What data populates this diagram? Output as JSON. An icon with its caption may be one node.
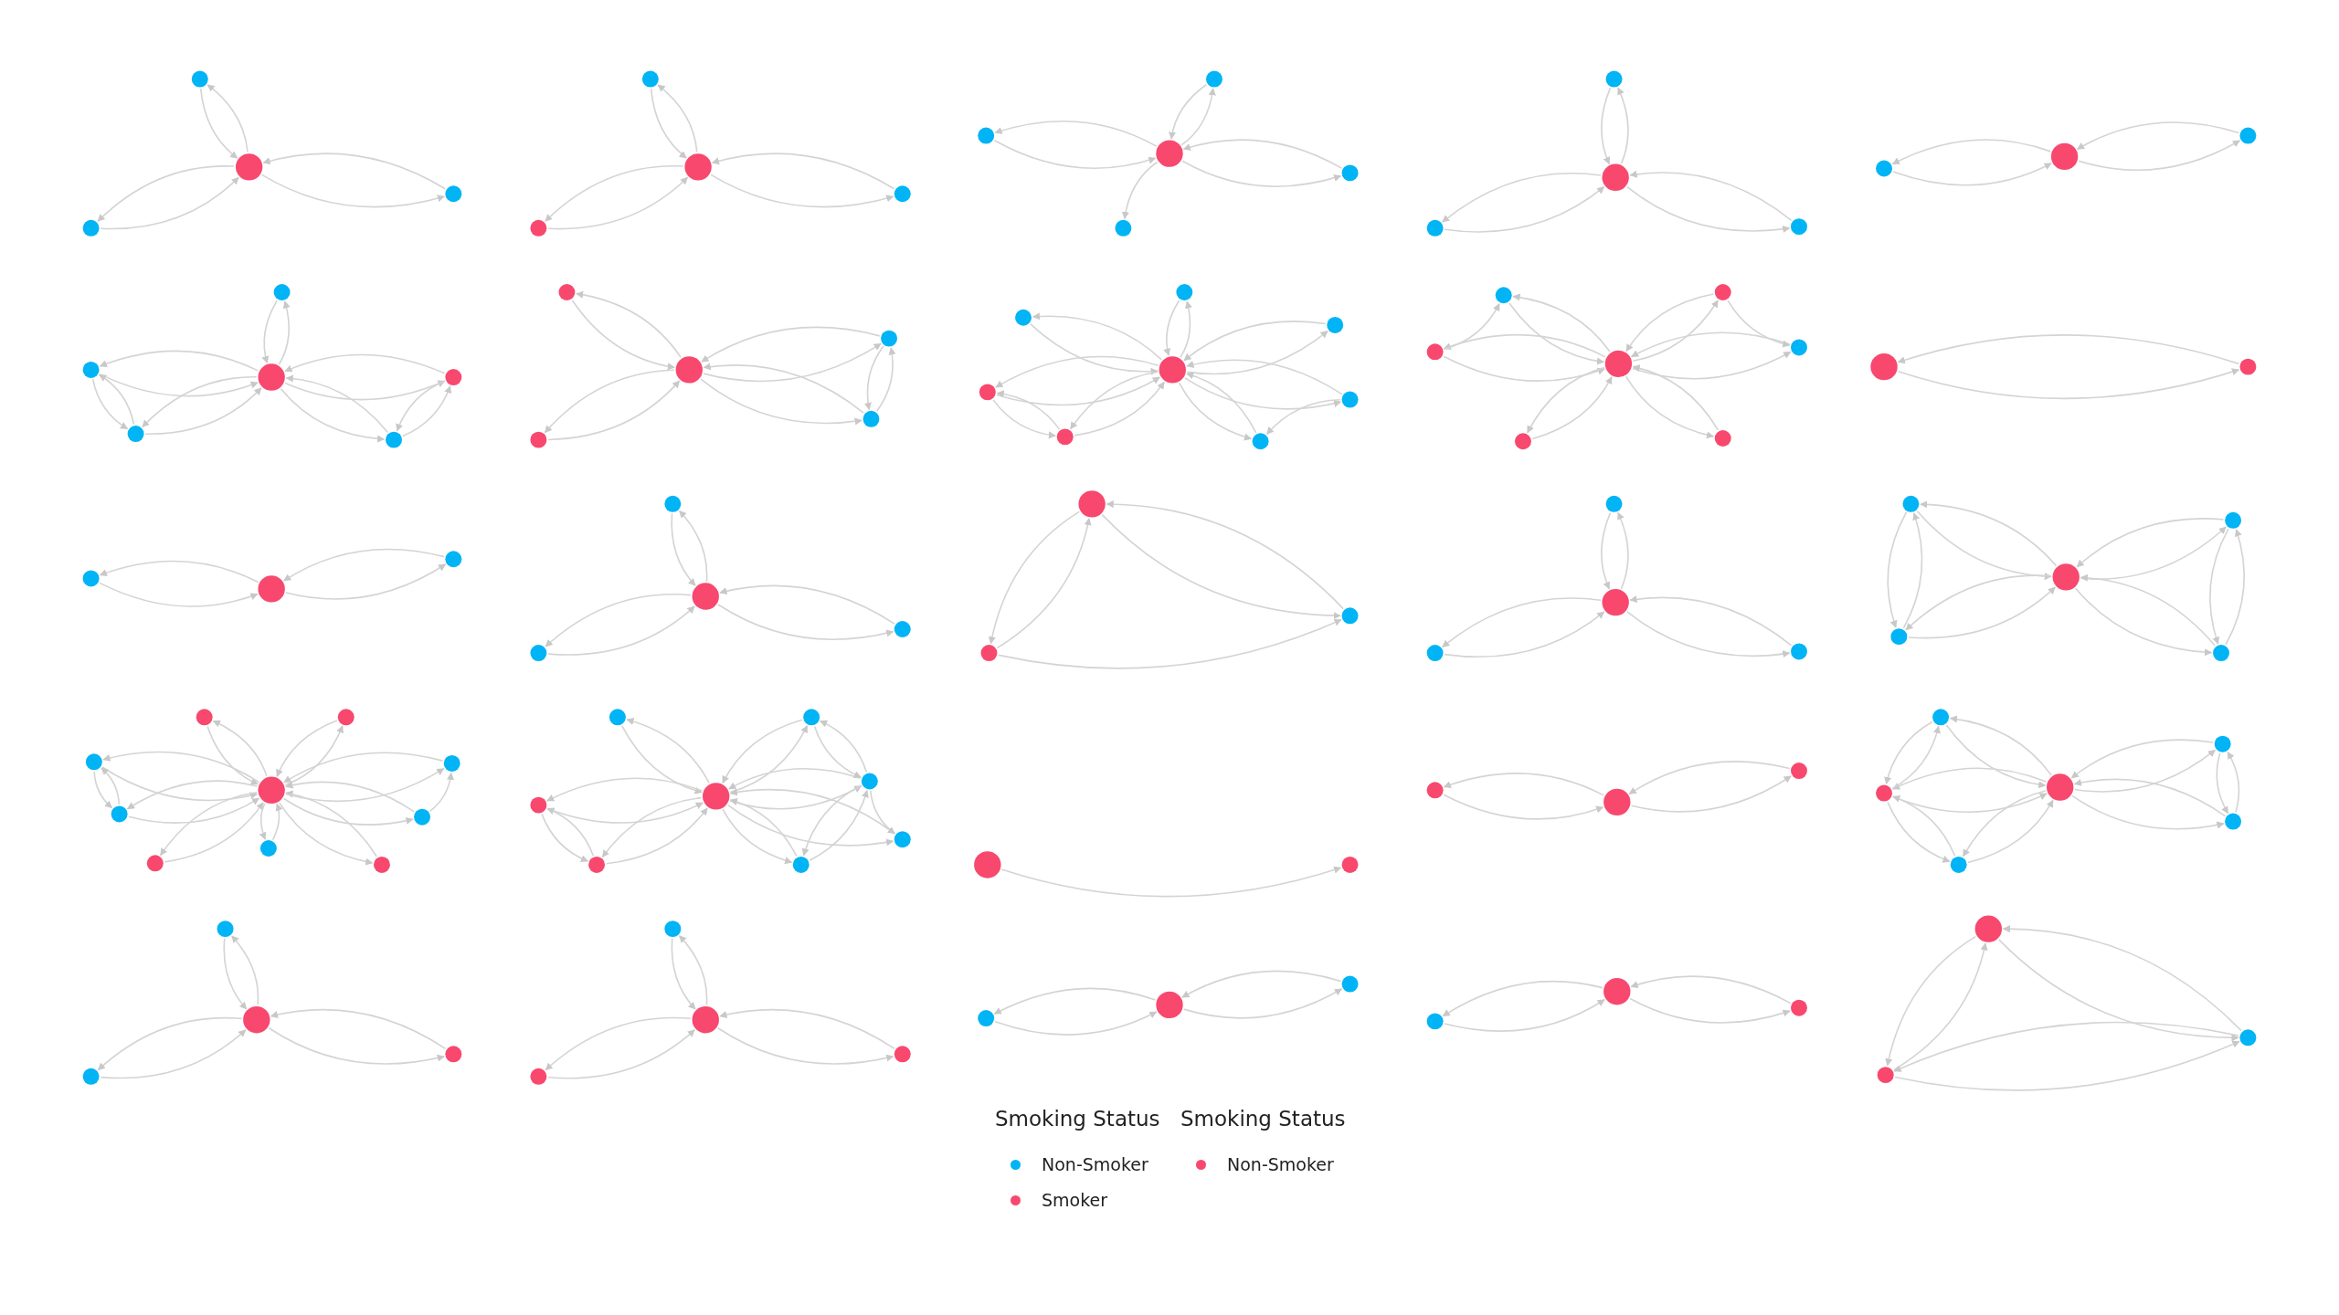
{
  "diagram": {
    "nodes": [
      {
        "text": [],
        "shape": "circle"
      },
      {
        "text": [],
        "shape": "circle"
      },
      {
        "text": [],
        "shape": "circle"
      },
      {
        "text": [],
        "shape": "circle"
      },
      {
        "text": [],
        "shape": "circle"
      },
      {
        "text": [],
        "shape": "circle"
      },
      {
        "text": [],
        "shape": "circle"
      },
      {
        "text": [],
        "shape": "circle"
      },
      {
        "text": [],
        "shape": "circle"
      },
      {
        "text": [],
        "shape": "circle"
      },
      {
        "text": [],
        "shape": "circle"
      },
      {
        "text": [],
        "shape": "circle"
      },
      {
        "text": [],
        "shape": "circle"
      },
      {
        "text": [],
        "shape": "circle"
      },
      {
        "text": [],
        "shape": "circle"
      },
      {
        "text": [],
        "shape": "circle"
      },
      {
        "text": [],
        "shape": "circle"
      },
      {
        "text": [],
        "shape": "circle"
      },
      {
        "text": [],
        "shape": "circle"
      },
      {
        "text": [],
        "shape": "circle"
      },
      {
        "text": [],
        "shape": "circle"
      },
      {
        "text": [],
        "shape": "circle"
      },
      {
        "text": [],
        "shape": "circle"
      },
      {
        "text": [],
        "shape": "circle"
      },
      {
        "text": [],
        "shape": "circle"
      },
      {
        "text": [],
        "shape": "circle"
      },
      {
        "text": [],
        "shape": "circle"
      },
      {
        "text": [],
        "shape": "circle"
      },
      {
        "text": [],
        "shape": "circle"
      },
      {
        "text": [],
        "shape": "circle"
      },
      {
        "text": [],
        "shape": "circle"
      },
      {
        "text": [],
        "shape": "circle"
      },
      {
        "text": [],
        "shape": "circle"
      },
      {
        "text": [],
        "shape": "circle"
      },
      {
        "text": [],
        "shape": "circle"
      },
      {
        "text": [],
        "shape": "circle"
      },
      {
        "text": [],
        "shape": "circle"
      },
      {
        "text": [],
        "shape": "circle"
      },
      {
        "text": [],
        "shape": "circle"
      },
      {
        "text": [],
        "shape": "circle"
      },
      {
        "text": [],
        "shape": "circle"
      },
      {
        "text": [],
        "shape": "circle"
      },
      {
        "text": [],
        "shape": "circle"
      },
      {
        "text": [],
        "shape": "circle"
      },
      {
        "text": [],
        "shape": "circle"
      },
      {
        "text": [],
        "shape": "circle"
      },
      {
        "text": [],
        "shape": "circle"
      },
      {
        "text": [],
        "shape": "circle"
      },
      {
        "text": [],
        "shape": "circle"
      },
      {
        "text": [],
        "shape": "circle"
      },
      {
        "text": [],
        "shape": "circle"
      },
      {
        "text": [],
        "shape": "circle"
      },
      {
        "text": [],
        "shape": "circle"
      },
      {
        "text": [],
        "shape": "circle"
      },
      {
        "text": [],
        "shape": "circle"
      },
      {
        "text": [],
        "shape": "circle"
      },
      {
        "text": [],
        "shape": "circle"
      },
      {
        "text": [],
        "shape": "circle"
      },
      {
        "text": [],
        "shape": "circle"
      },
      {
        "text": [],
        "shape": "circle"
      },
      {
        "text": [],
        "shape": "circle"
      },
      {
        "text": [],
        "shape": "circle"
      },
      {
        "text": [],
        "shape": "circle"
      },
      {
        "text": [],
        "shape": "circle"
      },
      {
        "text": [],
        "shape": "circle"
      },
      {
        "text": [],
        "shape": "circle"
      },
      {
        "text": [],
        "shape": "circle"
      },
      {
        "text": [],
        "shape": "circle"
      },
      {
        "text": [],
        "shape": "circle"
      },
      {
        "text": [],
        "shape": "circle"
      },
      {
        "text": [],
        "shape": "circle"
      },
      {
        "text": [],
        "shape": "circle"
      },
      {
        "text": [],
        "shape": "circle"
      },
      {
        "text": [],
        "shape": "circle"
      },
      {
        "text": [],
        "shape": "circle"
      },
      {
        "text": [],
        "shape": "circle"
      },
      {
        "text": [],
        "shape": "circle"
      },
      {
        "text": [],
        "shape": "circle"
      },
      {
        "text": [],
        "shape": "circle"
      },
      {
        "text": [],
        "shape": "circle"
      },
      {
        "text": [],
        "shape": "circle"
      },
      {
        "text": [],
        "shape": "circle"
      },
      {
        "text": [],
        "shape": "circle"
      },
      {
        "text": [],
        "shape": "circle"
      },
      {
        "text": [],
        "shape": "circle"
      },
      {
        "text": [],
        "shape": "circle"
      },
      {
        "text": [],
        "shape": "circle"
      },
      {
        "text": [],
        "shape": "circle"
      },
      {
        "text": [],
        "shape": "circle"
      },
      {
        "text": [],
        "shape": "circle"
      },
      {
        "text": [],
        "shape": "circle"
      },
      {
        "text": [],
        "shape": "circle"
      },
      {
        "text": [],
        "shape": "circle"
      },
      {
        "text": [],
        "shape": "circle"
      },
      {
        "text": [],
        "shape": "circle"
      },
      {
        "text": [],
        "shape": "circle"
      },
      {
        "text": [],
        "shape": "circle"
      },
      {
        "text": [],
        "shape": "circle"
      },
      {
        "text": [],
        "shape": "circle"
      },
      {
        "text": [],
        "shape": "circle"
      },
      {
        "text": [],
        "shape": "circle"
      },
      {
        "text": [],
        "shape": "circle"
      },
      {
        "text": [],
        "shape": "circle"
      },
      {
        "text": [],
        "shape": "circle"
      },
      {
        "text": [],
        "shape": "circle"
      },
      {
        "text": [],
        "shape": "circle"
      },
      {
        "text": [],
        "shape": "circle"
      },
      {
        "text": [],
        "shape": "circle"
      },
      {
        "text": [],
        "shape": "circle"
      },
      {
        "text": [],
        "shape": "circle"
      },
      {
        "text": [],
        "shape": "circle"
      },
      {
        "text": [],
        "shape": "circle"
      },
      {
        "text": [],
        "shape": "circle"
      }
    ],
    "edges": [
      {
        "from": 0,
        "to": 1,
        "arrow": "to"
      },
      {
        "from": 1,
        "to": 0,
        "arrow": "to"
      },
      {
        "from": 0,
        "to": 2,
        "arrow": "to"
      },
      {
        "from": 2,
        "to": 0,
        "arrow": "to"
      },
      {
        "from": 0,
        "to": 3,
        "arrow": "to"
      },
      {
        "from": 3,
        "to": 0,
        "arrow": "to"
      },
      {
        "from": 4,
        "to": 5,
        "arrow": "to"
      },
      {
        "from": 5,
        "to": 4,
        "arrow": "to"
      },
      {
        "from": 4,
        "to": 6,
        "arrow": "to"
      },
      {
        "from": 6,
        "to": 4,
        "arrow": "to"
      },
      {
        "from": 4,
        "to": 7,
        "arrow": "to"
      },
      {
        "from": 7,
        "to": 4,
        "arrow": "to"
      },
      {
        "from": 8,
        "to": 9,
        "arrow": "to"
      },
      {
        "from": 9,
        "to": 8,
        "arrow": "to"
      },
      {
        "from": 8,
        "to": 10,
        "arrow": "to"
      },
      {
        "from": 10,
        "to": 8,
        "arrow": "to"
      },
      {
        "from": 8,
        "to": 11,
        "arrow": "to"
      },
      {
        "from": 8,
        "to": 12,
        "arrow": "to"
      },
      {
        "from": 12,
        "to": 8,
        "arrow": "to"
      },
      {
        "from": 13,
        "to": 14,
        "arrow": "to"
      },
      {
        "from": 14,
        "to": 13,
        "arrow": "to"
      },
      {
        "from": 13,
        "to": 15,
        "arrow": "to"
      },
      {
        "from": 15,
        "to": 13,
        "arrow": "to"
      },
      {
        "from": 13,
        "to": 16,
        "arrow": "to"
      },
      {
        "from": 16,
        "to": 13,
        "arrow": "to"
      },
      {
        "from": 18,
        "to": 17,
        "arrow": "to"
      },
      {
        "from": 17,
        "to": 18,
        "arrow": "to"
      },
      {
        "from": 17,
        "to": 19,
        "arrow": "to"
      },
      {
        "from": 19,
        "to": 17,
        "arrow": "to"
      },
      {
        "from": 20,
        "to": 21,
        "arrow": "to"
      },
      {
        "from": 21,
        "to": 20,
        "arrow": "to"
      },
      {
        "from": 20,
        "to": 22,
        "arrow": "to"
      },
      {
        "from": 22,
        "to": 20,
        "arrow": "to"
      },
      {
        "from": 20,
        "to": 23,
        "arrow": "to"
      },
      {
        "from": 23,
        "to": 20,
        "arrow": "to"
      },
      {
        "from": 20,
        "to": 24,
        "arrow": "to"
      },
      {
        "from": 24,
        "to": 20,
        "arrow": "to"
      },
      {
        "from": 20,
        "to": 25,
        "arrow": "to"
      },
      {
        "from": 25,
        "to": 20,
        "arrow": "to"
      },
      {
        "from": 22,
        "to": 23,
        "arrow": "to"
      },
      {
        "from": 23,
        "to": 22,
        "arrow": "to"
      },
      {
        "from": 24,
        "to": 25,
        "arrow": "to"
      },
      {
        "from": 25,
        "to": 24,
        "arrow": "to"
      },
      {
        "from": 26,
        "to": 27,
        "arrow": "to"
      },
      {
        "from": 27,
        "to": 26,
        "arrow": "to"
      },
      {
        "from": 26,
        "to": 28,
        "arrow": "to"
      },
      {
        "from": 28,
        "to": 26,
        "arrow": "to"
      },
      {
        "from": 26,
        "to": 29,
        "arrow": "to"
      },
      {
        "from": 29,
        "to": 26,
        "arrow": "to"
      },
      {
        "from": 26,
        "to": 30,
        "arrow": "to"
      },
      {
        "from": 30,
        "to": 26,
        "arrow": "to"
      },
      {
        "from": 29,
        "to": 30,
        "arrow": "to"
      },
      {
        "from": 30,
        "to": 29,
        "arrow": "to"
      },
      {
        "from": 31,
        "to": 32,
        "arrow": "to"
      },
      {
        "from": 32,
        "to": 31,
        "arrow": "to"
      },
      {
        "from": 31,
        "to": 33,
        "arrow": "to"
      },
      {
        "from": 33,
        "to": 31,
        "arrow": "to"
      },
      {
        "from": 31,
        "to": 34,
        "arrow": "to"
      },
      {
        "from": 34,
        "to": 31,
        "arrow": "to"
      },
      {
        "from": 31,
        "to": 35,
        "arrow": "to"
      },
      {
        "from": 35,
        "to": 31,
        "arrow": "to"
      },
      {
        "from": 31,
        "to": 36,
        "arrow": "to"
      },
      {
        "from": 36,
        "to": 31,
        "arrow": "to"
      },
      {
        "from": 31,
        "to": 37,
        "arrow": "to"
      },
      {
        "from": 37,
        "to": 31,
        "arrow": "to"
      },
      {
        "from": 31,
        "to": 38,
        "arrow": "to"
      },
      {
        "from": 38,
        "to": 31,
        "arrow": "to"
      },
      {
        "from": 34,
        "to": 35,
        "arrow": "to"
      },
      {
        "from": 35,
        "to": 34,
        "arrow": "to"
      },
      {
        "from": 37,
        "to": 38,
        "arrow": "to"
      },
      {
        "from": 39,
        "to": 40,
        "arrow": "to"
      },
      {
        "from": 40,
        "to": 39,
        "arrow": "to"
      },
      {
        "from": 39,
        "to": 41,
        "arrow": "to"
      },
      {
        "from": 41,
        "to": 39,
        "arrow": "to"
      },
      {
        "from": 39,
        "to": 42,
        "arrow": "to"
      },
      {
        "from": 42,
        "to": 39,
        "arrow": "to"
      },
      {
        "from": 39,
        "to": 43,
        "arrow": "to"
      },
      {
        "from": 43,
        "to": 39,
        "arrow": "to"
      },
      {
        "from": 39,
        "to": 44,
        "arrow": "to"
      },
      {
        "from": 44,
        "to": 39,
        "arrow": "to"
      },
      {
        "from": 39,
        "to": 45,
        "arrow": "to"
      },
      {
        "from": 45,
        "to": 39,
        "arrow": "to"
      },
      {
        "from": 41,
        "to": 40,
        "arrow": "to"
      },
      {
        "from": 43,
        "to": 44,
        "arrow": "to"
      },
      {
        "from": 46,
        "to": 47,
        "arrow": "to"
      },
      {
        "from": 47,
        "to": 46,
        "arrow": "to"
      },
      {
        "from": 49,
        "to": 48,
        "arrow": "to"
      },
      {
        "from": 48,
        "to": 49,
        "arrow": "to"
      },
      {
        "from": 48,
        "to": 50,
        "arrow": "to"
      },
      {
        "from": 50,
        "to": 48,
        "arrow": "to"
      },
      {
        "from": 51,
        "to": 52,
        "arrow": "to"
      },
      {
        "from": 52,
        "to": 51,
        "arrow": "to"
      },
      {
        "from": 51,
        "to": 53,
        "arrow": "to"
      },
      {
        "from": 53,
        "to": 51,
        "arrow": "to"
      },
      {
        "from": 51,
        "to": 54,
        "arrow": "to"
      },
      {
        "from": 54,
        "to": 51,
        "arrow": "to"
      },
      {
        "from": 55,
        "to": 56,
        "arrow": "to"
      },
      {
        "from": 56,
        "to": 55,
        "arrow": "to"
      },
      {
        "from": 55,
        "to": 57,
        "arrow": "to"
      },
      {
        "from": 57,
        "to": 55,
        "arrow": "to"
      },
      {
        "from": 56,
        "to": 57,
        "arrow": "to"
      },
      {
        "from": 58,
        "to": 59,
        "arrow": "to"
      },
      {
        "from": 59,
        "to": 58,
        "arrow": "to"
      },
      {
        "from": 58,
        "to": 60,
        "arrow": "to"
      },
      {
        "from": 60,
        "to": 58,
        "arrow": "to"
      },
      {
        "from": 58,
        "to": 61,
        "arrow": "to"
      },
      {
        "from": 61,
        "to": 58,
        "arrow": "to"
      },
      {
        "from": 62,
        "to": 63,
        "arrow": "to"
      },
      {
        "from": 63,
        "to": 62,
        "arrow": "to"
      },
      {
        "from": 62,
        "to": 64,
        "arrow": "to"
      },
      {
        "from": 64,
        "to": 62,
        "arrow": "to"
      },
      {
        "from": 62,
        "to": 65,
        "arrow": "to"
      },
      {
        "from": 65,
        "to": 62,
        "arrow": "to"
      },
      {
        "from": 62,
        "to": 66,
        "arrow": "to"
      },
      {
        "from": 66,
        "to": 62,
        "arrow": "to"
      },
      {
        "from": 63,
        "to": 64,
        "arrow": "to"
      },
      {
        "from": 64,
        "to": 63,
        "arrow": "to"
      },
      {
        "from": 65,
        "to": 66,
        "arrow": "to"
      },
      {
        "from": 66,
        "to": 65,
        "arrow": "to"
      },
      {
        "from": 67,
        "to": 68,
        "arrow": "to"
      },
      {
        "from": 68,
        "to": 67,
        "arrow": "to"
      },
      {
        "from": 67,
        "to": 69,
        "arrow": "to"
      },
      {
        "from": 69,
        "to": 67,
        "arrow": "to"
      },
      {
        "from": 67,
        "to": 70,
        "arrow": "to"
      },
      {
        "from": 70,
        "to": 67,
        "arrow": "to"
      },
      {
        "from": 67,
        "to": 71,
        "arrow": "to"
      },
      {
        "from": 71,
        "to": 67,
        "arrow": "to"
      },
      {
        "from": 67,
        "to": 72,
        "arrow": "to"
      },
      {
        "from": 72,
        "to": 67,
        "arrow": "to"
      },
      {
        "from": 67,
        "to": 73,
        "arrow": "to"
      },
      {
        "from": 73,
        "to": 67,
        "arrow": "to"
      },
      {
        "from": 67,
        "to": 74,
        "arrow": "to"
      },
      {
        "from": 74,
        "to": 67,
        "arrow": "to"
      },
      {
        "from": 67,
        "to": 75,
        "arrow": "to"
      },
      {
        "from": 75,
        "to": 67,
        "arrow": "to"
      },
      {
        "from": 67,
        "to": 76,
        "arrow": "to"
      },
      {
        "from": 76,
        "to": 67,
        "arrow": "to"
      },
      {
        "from": 70,
        "to": 71,
        "arrow": "to"
      },
      {
        "from": 71,
        "to": 70,
        "arrow": "to"
      },
      {
        "from": 76,
        "to": 75,
        "arrow": "to"
      },
      {
        "from": 77,
        "to": 78,
        "arrow": "to"
      },
      {
        "from": 78,
        "to": 77,
        "arrow": "to"
      },
      {
        "from": 77,
        "to": 79,
        "arrow": "to"
      },
      {
        "from": 79,
        "to": 77,
        "arrow": "to"
      },
      {
        "from": 77,
        "to": 80,
        "arrow": "to"
      },
      {
        "from": 80,
        "to": 77,
        "arrow": "to"
      },
      {
        "from": 77,
        "to": 81,
        "arrow": "to"
      },
      {
        "from": 81,
        "to": 77,
        "arrow": "to"
      },
      {
        "from": 77,
        "to": 82,
        "arrow": "to"
      },
      {
        "from": 82,
        "to": 77,
        "arrow": "to"
      },
      {
        "from": 77,
        "to": 83,
        "arrow": "to"
      },
      {
        "from": 83,
        "to": 77,
        "arrow": "to"
      },
      {
        "from": 77,
        "to": 84,
        "arrow": "to"
      },
      {
        "from": 84,
        "to": 77,
        "arrow": "to"
      },
      {
        "from": 80,
        "to": 81,
        "arrow": "to"
      },
      {
        "from": 81,
        "to": 80,
        "arrow": "to"
      },
      {
        "from": 79,
        "to": 82,
        "arrow": "to"
      },
      {
        "from": 82,
        "to": 79,
        "arrow": "to"
      },
      {
        "from": 82,
        "to": 83,
        "arrow": "to"
      },
      {
        "from": 83,
        "to": 82,
        "arrow": "to"
      },
      {
        "from": 82,
        "to": 84,
        "arrow": "to"
      },
      {
        "from": 85,
        "to": 86,
        "arrow": "to"
      },
      {
        "from": 88,
        "to": 87,
        "arrow": "to"
      },
      {
        "from": 87,
        "to": 88,
        "arrow": "to"
      },
      {
        "from": 87,
        "to": 89,
        "arrow": "to"
      },
      {
        "from": 89,
        "to": 87,
        "arrow": "to"
      },
      {
        "from": 90,
        "to": 91,
        "arrow": "to"
      },
      {
        "from": 91,
        "to": 90,
        "arrow": "to"
      },
      {
        "from": 90,
        "to": 92,
        "arrow": "to"
      },
      {
        "from": 92,
        "to": 90,
        "arrow": "to"
      },
      {
        "from": 90,
        "to": 93,
        "arrow": "to"
      },
      {
        "from": 93,
        "to": 90,
        "arrow": "to"
      },
      {
        "from": 90,
        "to": 94,
        "arrow": "to"
      },
      {
        "from": 94,
        "to": 90,
        "arrow": "to"
      },
      {
        "from": 90,
        "to": 95,
        "arrow": "to"
      },
      {
        "from": 95,
        "to": 90,
        "arrow": "to"
      },
      {
        "from": 91,
        "to": 92,
        "arrow": "to"
      },
      {
        "from": 92,
        "to": 91,
        "arrow": "to"
      },
      {
        "from": 92,
        "to": 93,
        "arrow": "to"
      },
      {
        "from": 93,
        "to": 92,
        "arrow": "to"
      },
      {
        "from": 94,
        "to": 95,
        "arrow": "to"
      },
      {
        "from": 95,
        "to": 94,
        "arrow": "to"
      },
      {
        "from": 96,
        "to": 97,
        "arrow": "to"
      },
      {
        "from": 97,
        "to": 96,
        "arrow": "to"
      },
      {
        "from": 96,
        "to": 98,
        "arrow": "to"
      },
      {
        "from": 98,
        "to": 96,
        "arrow": "to"
      },
      {
        "from": 96,
        "to": 99,
        "arrow": "to"
      },
      {
        "from": 99,
        "to": 96,
        "arrow": "to"
      },
      {
        "from": 100,
        "to": 101,
        "arrow": "to"
      },
      {
        "from": 101,
        "to": 100,
        "arrow": "to"
      },
      {
        "from": 100,
        "to": 102,
        "arrow": "to"
      },
      {
        "from": 102,
        "to": 100,
        "arrow": "to"
      },
      {
        "from": 100,
        "to": 103,
        "arrow": "to"
      },
      {
        "from": 103,
        "to": 100,
        "arrow": "to"
      },
      {
        "from": 105,
        "to": 104,
        "arrow": "to"
      },
      {
        "from": 104,
        "to": 105,
        "arrow": "to"
      },
      {
        "from": 104,
        "to": 106,
        "arrow": "to"
      },
      {
        "from": 106,
        "to": 104,
        "arrow": "to"
      },
      {
        "from": 108,
        "to": 107,
        "arrow": "to"
      },
      {
        "from": 107,
        "to": 108,
        "arrow": "to"
      },
      {
        "from": 107,
        "to": 109,
        "arrow": "to"
      },
      {
        "from": 109,
        "to": 107,
        "arrow": "to"
      },
      {
        "from": 110,
        "to": 111,
        "arrow": "to"
      },
      {
        "from": 111,
        "to": 110,
        "arrow": "to"
      },
      {
        "from": 110,
        "to": 112,
        "arrow": "to"
      },
      {
        "from": 112,
        "to": 110,
        "arrow": "to"
      },
      {
        "from": 111,
        "to": 112,
        "arrow": "to"
      },
      {
        "from": 112,
        "to": 111,
        "arrow": "to"
      }
    ],
    "labels": [
      "Smoking Status",
      "Smoking Status"
    ],
    "legend": [
      {
        "text": "Non-Smoker",
        "color": "#00b4f5"
      },
      {
        "text": "Smoker",
        "color": "#f8486e"
      },
      {
        "text": "Non-Smoker",
        "color": "#f8486e"
      }
    ]
  }
}
